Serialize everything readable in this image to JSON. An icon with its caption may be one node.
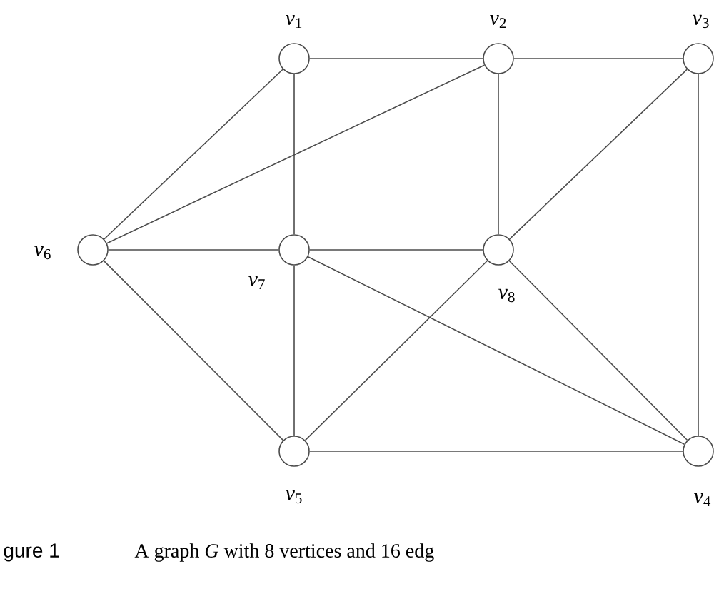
{
  "diagram": {
    "caption": "A graph *G* with 8 vertices and 16 edg",
    "nodes": [
      {
        "text": [],
        "shape": "circle",
        "beside": [
          "*v*$_{1}$"
        ]
      },
      {
        "text": [],
        "shape": "circle",
        "beside": [
          "*v*$_{2}$"
        ]
      },
      {
        "text": [],
        "shape": "circle",
        "beside": [
          "*v*$_{3}$"
        ]
      },
      {
        "text": [],
        "shape": "circle",
        "beside": [
          "*v*$_{4}$"
        ]
      },
      {
        "text": [],
        "shape": "circle",
        "beside": [
          "*v*$_{5}$"
        ]
      },
      {
        "text": [],
        "shape": "circle",
        "beside": [
          "*v*$_{6}$"
        ]
      },
      {
        "text": [],
        "shape": "circle",
        "beside": [
          "*v*$_{7}$"
        ]
      },
      {
        "text": [],
        "shape": "circle",
        "beside": [
          "*v*$_{8}$"
        ]
      }
    ],
    "edges": [
      {
        "from": 0,
        "to": 1,
        "arrow": "none"
      },
      {
        "from": 1,
        "to": 2,
        "arrow": "none"
      },
      {
        "from": 0,
        "to": 5,
        "arrow": "none"
      },
      {
        "from": 0,
        "to": 6,
        "arrow": "none"
      },
      {
        "from": 1,
        "to": 5,
        "arrow": "none"
      },
      {
        "from": 1,
        "to": 7,
        "arrow": "none"
      },
      {
        "from": 2,
        "to": 7,
        "arrow": "none"
      },
      {
        "from": 2,
        "to": 3,
        "arrow": "none"
      },
      {
        "from": 5,
        "to": 6,
        "arrow": "none"
      },
      {
        "from": 6,
        "to": 7,
        "arrow": "none"
      },
      {
        "from": 5,
        "to": 4,
        "arrow": "none"
      },
      {
        "from": 6,
        "to": 4,
        "arrow": "none"
      },
      {
        "from": 6,
        "to": 3,
        "arrow": "none"
      },
      {
        "from": 7,
        "to": 4,
        "arrow": "none"
      },
      {
        "from": 7,
        "to": 3,
        "arrow": "none"
      },
      {
        "from": 4,
        "to": 3,
        "arrow": "none"
      }
    ],
    "labels": [
      "gure 1"
    ]
  }
}
